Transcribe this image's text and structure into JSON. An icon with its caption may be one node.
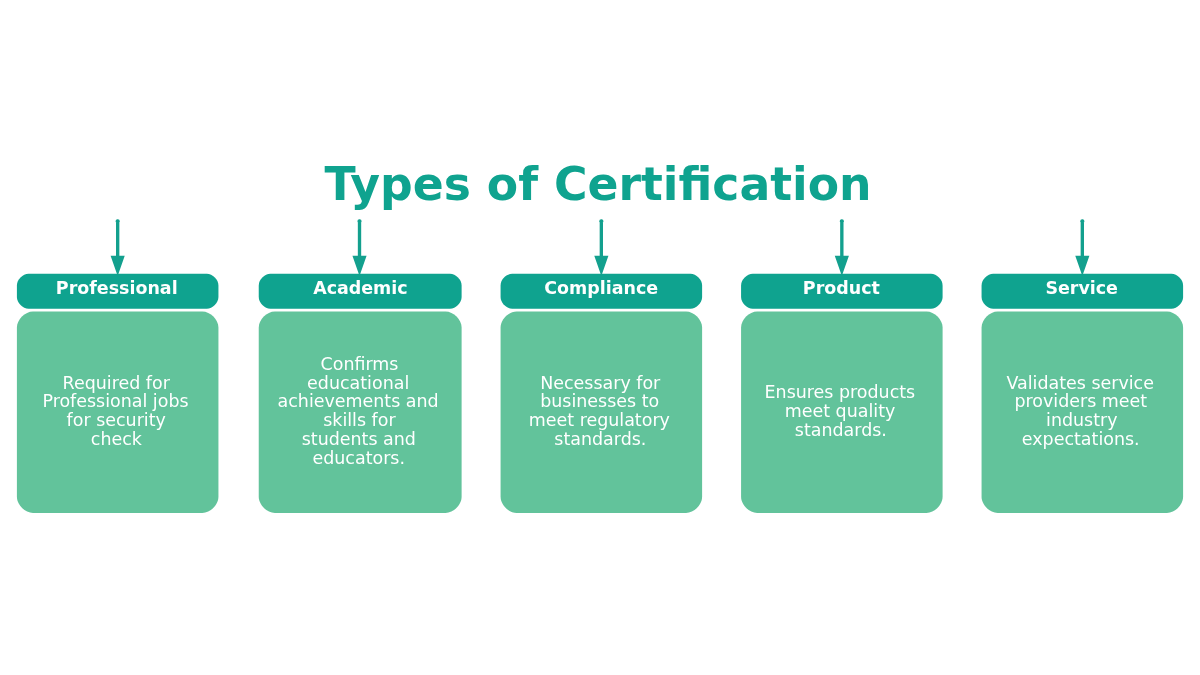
{
  "diagram": {
    "title": "Types of Certification",
    "nodes": [
      {
        "text": [
          "Professional",
          "Required for Professional jobs for security check"
        ]
      },
      {
        "text": [
          "Academic",
          "Confirms educational achievements and skills for students and educators."
        ]
      },
      {
        "text": [
          "Compliance",
          "Necessary for businesses to meet regulatory standards."
        ]
      },
      {
        "text": [
          "Product",
          "Ensures products meet quality standards."
        ]
      },
      {
        "text": [
          "Service",
          "Validates service providers meet industry expectations."
        ]
      }
    ],
    "edges": [
      {
        "from": null,
        "to": 0,
        "arrow": "to"
      },
      {
        "from": null,
        "to": 1,
        "arrow": "to"
      },
      {
        "from": null,
        "to": 2,
        "arrow": "to"
      },
      {
        "from": null,
        "to": 3,
        "arrow": "to"
      },
      {
        "from": null,
        "to": 4,
        "arrow": "to"
      }
    ]
  }
}
